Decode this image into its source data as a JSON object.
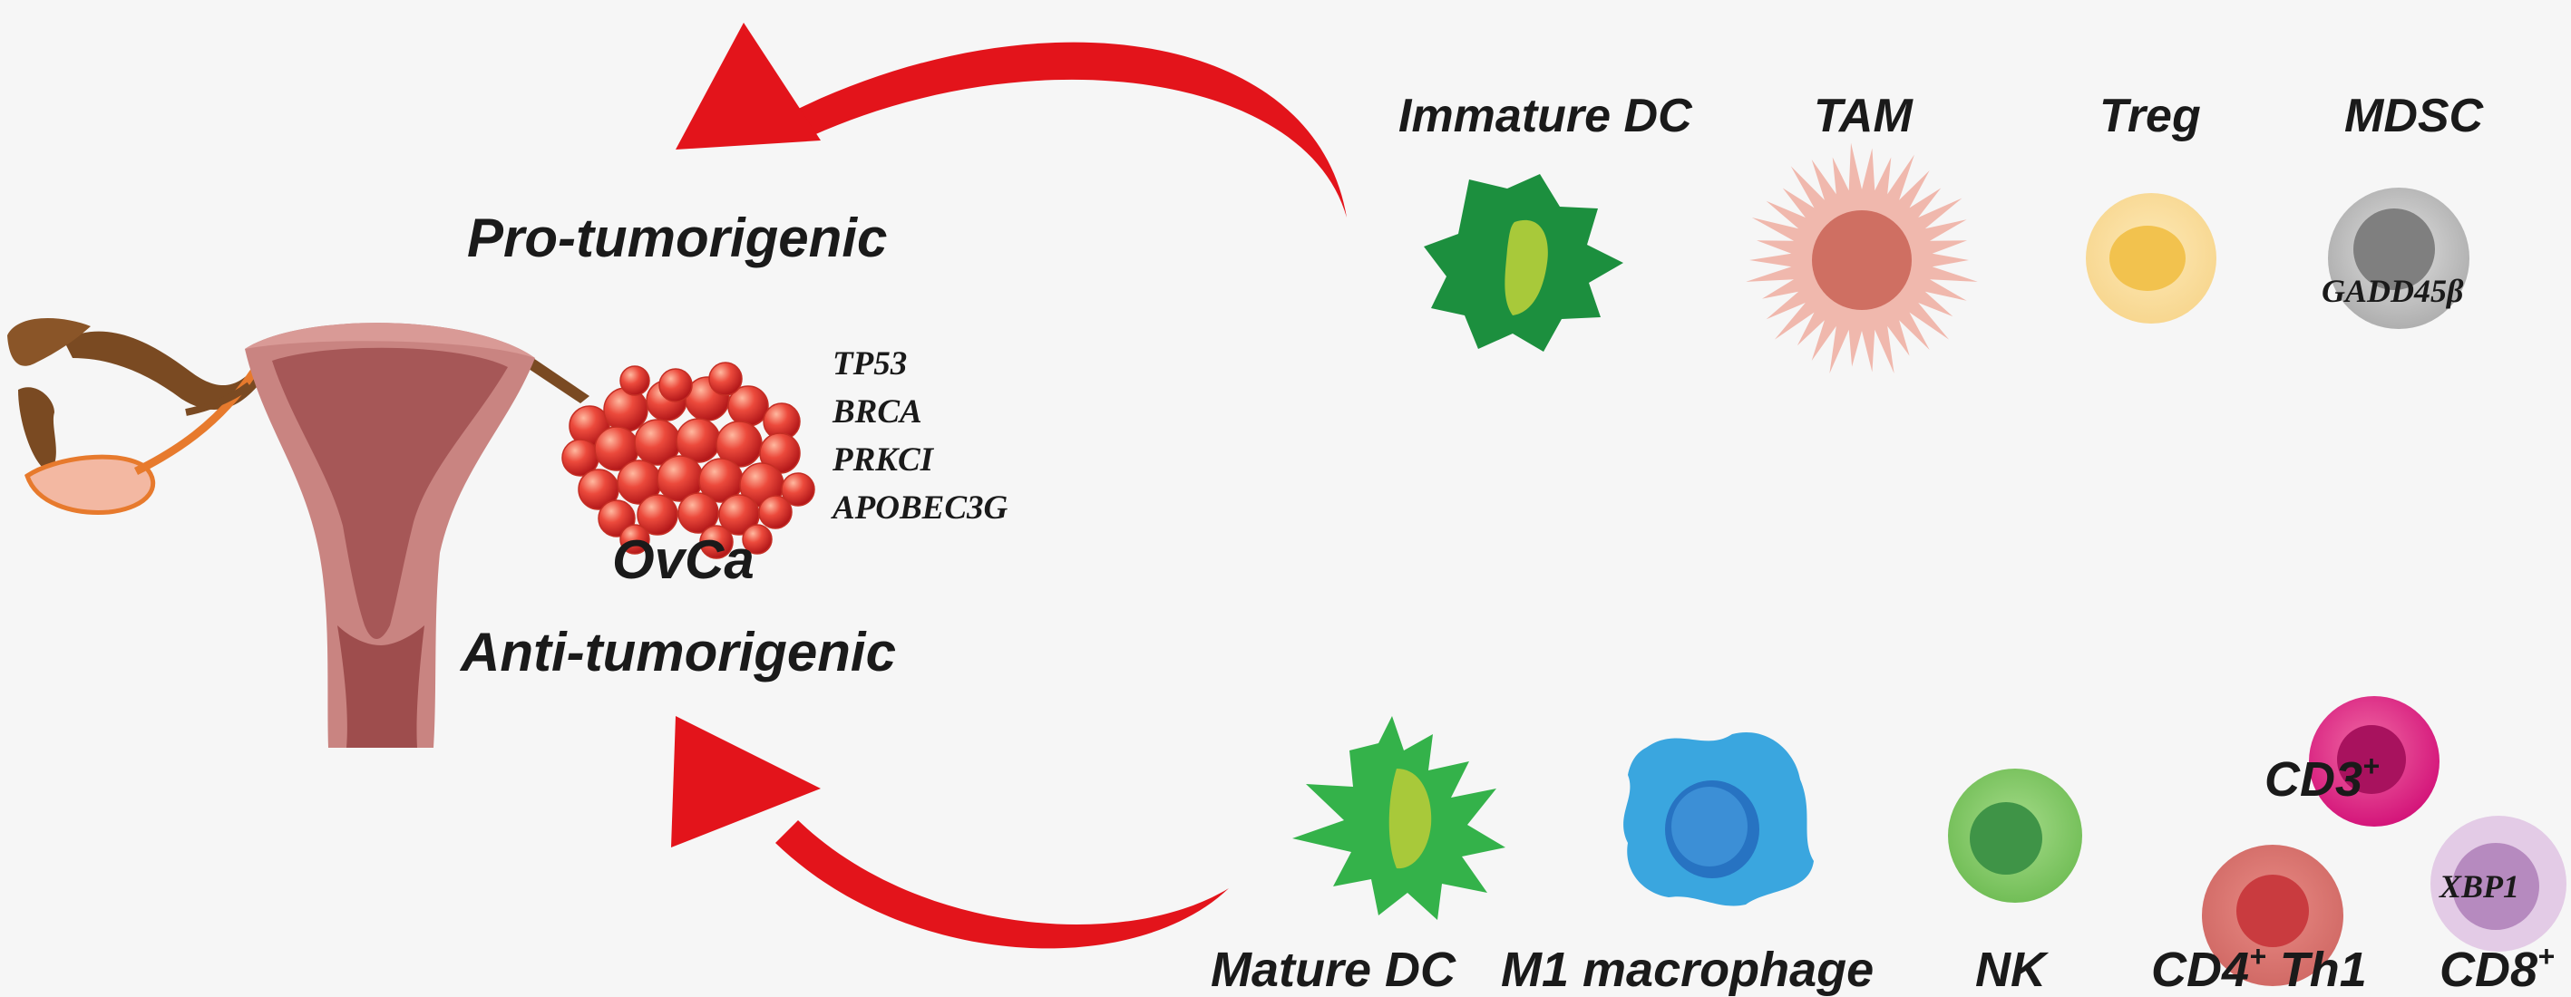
{
  "labels": {
    "pro": "Pro-tumorigenic",
    "anti": "Anti-tumorigenic",
    "ovca": "OvCa"
  },
  "genes": [
    "TP53",
    "BRCA",
    "PRKCI",
    "APOBEC3G"
  ],
  "pro_cells": {
    "immature_dc": "Immature DC",
    "tam": "TAM",
    "treg": "Treg",
    "mdsc": "MDSC",
    "mdsc_marker": "GADD45β"
  },
  "anti_cells": {
    "mature_dc": "Mature DC",
    "m1": "M1 macrophage",
    "nk": "NK",
    "cd3": "CD3",
    "cd4_pre": "CD4",
    "cd4_post": " Th1",
    "cd8": "CD8",
    "sup": "+",
    "cd8_marker": "XBP1"
  },
  "colors": {
    "arrow": "#e3141b",
    "uterus": "#c98481",
    "uterus_dark": "#9e4d4d",
    "tumor": "#e8453a",
    "immature_dc": "#1c8f3e",
    "tam": "#f0b8ad",
    "treg": "#fbe3a8",
    "mdsc": "#b4b4b4",
    "mature_dc": "#34b24a",
    "m1": "#3aa6df",
    "nk": "#7cc664",
    "cd3": "#d81b73",
    "cd4": "#d9716e",
    "cd8": "#c9a3cf"
  }
}
